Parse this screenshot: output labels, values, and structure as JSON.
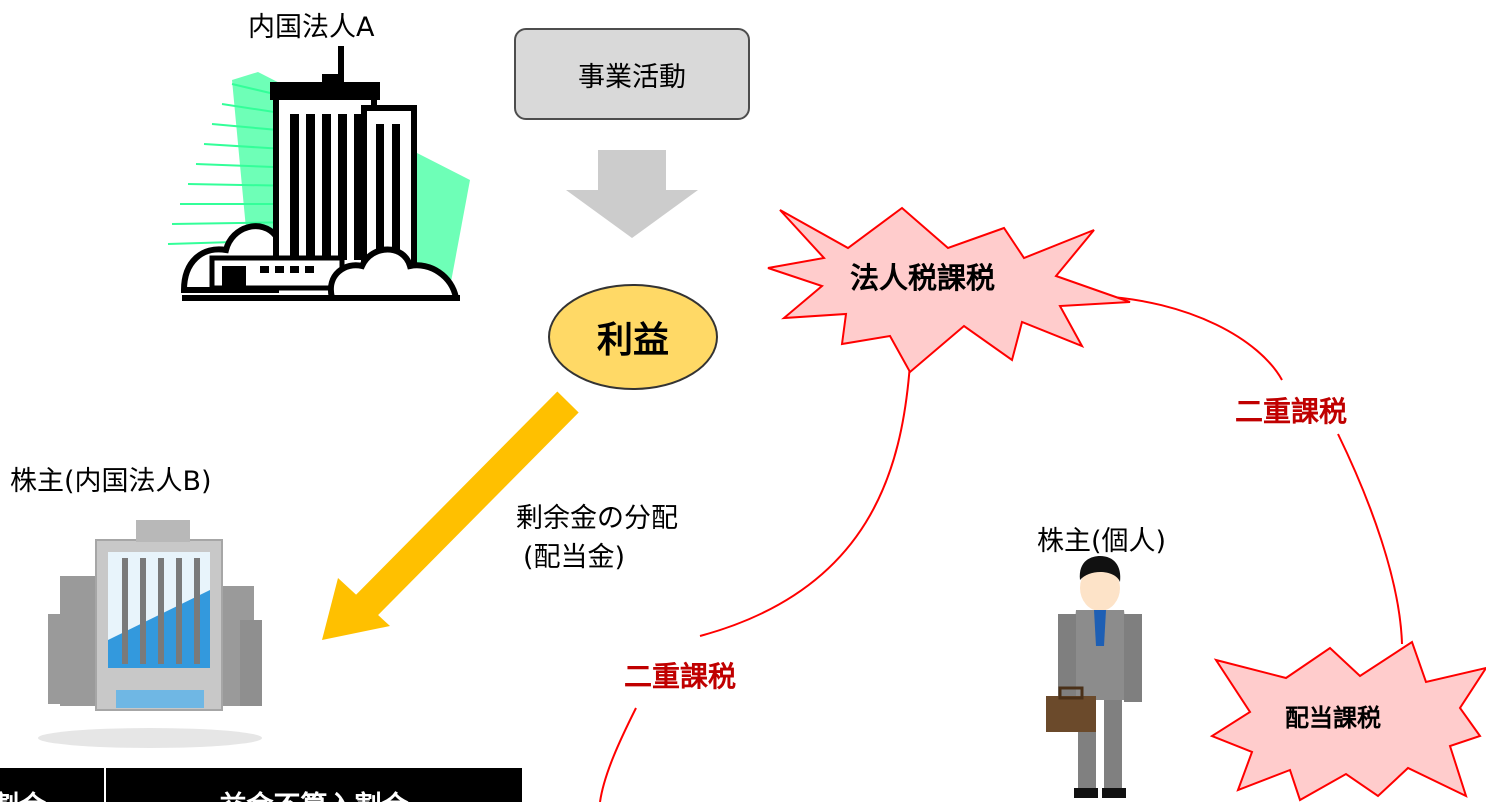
{
  "diagram": {
    "corp_a_label": "内国法人A",
    "business_label": "事業活動",
    "profit_label": "利益",
    "corp_tax_label": "法人税課税",
    "double_tax_top": "二重課税",
    "double_tax_bottom": "二重課税",
    "shareholder_b_label": "株主(内国法人B)",
    "distribution_line1": "剰余金の分配",
    "distribution_line2": "(配当金)",
    "shareholder_individual_label": "株主(個人)",
    "dividend_tax_label": "配当課税",
    "table_header": [
      "割合",
      "益金不算入割合"
    ]
  },
  "colors": {
    "accent_red": "#c00000",
    "burst_fill": "#ffcccc",
    "burst_stroke": "#ff0000",
    "profit_fill": "#ffd966",
    "dividend_arrow": "#ffc000",
    "down_arrow": "#cccccc",
    "business_fill": "#d9d9d9",
    "building_glow": "#33ff99"
  },
  "icons": {
    "corp_a": "office-tower-icon",
    "corp_b": "office-building-icon",
    "individual": "businessman-icon"
  }
}
